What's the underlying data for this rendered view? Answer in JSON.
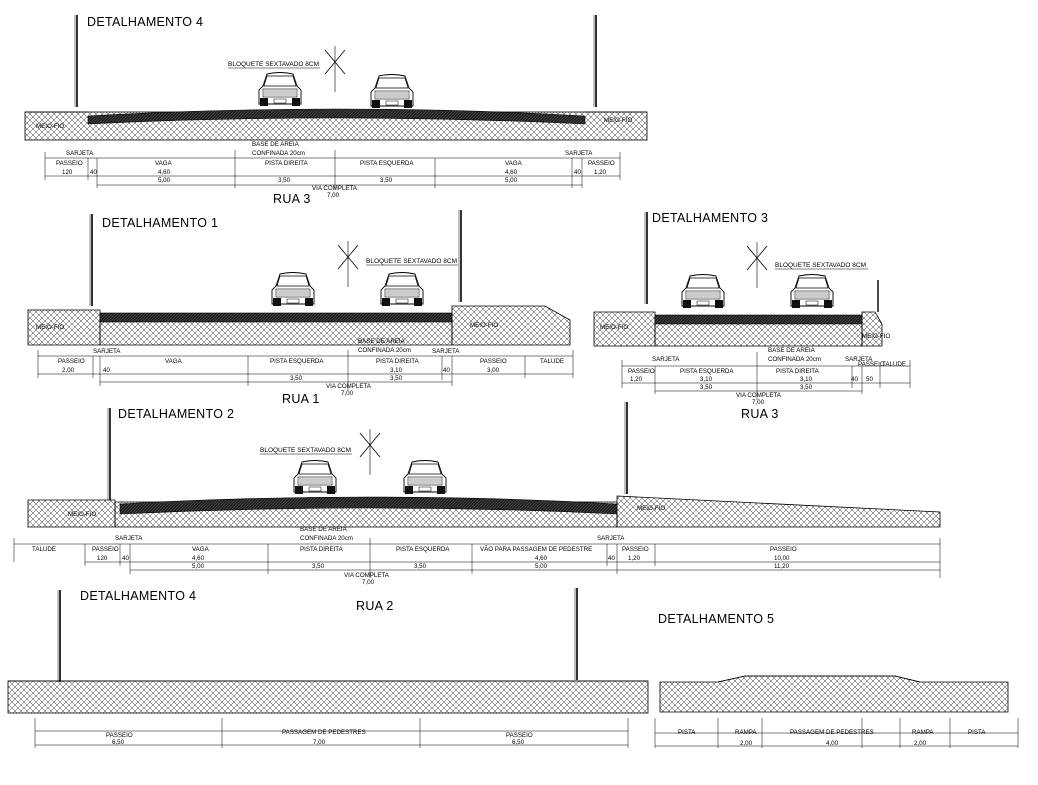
{
  "drawing": {
    "sections": [
      {
        "title": "DETALHAMENTO 4",
        "street": "RUA 3",
        "bloquete": "BLOQUETE SEXTAVADO 8CM",
        "base": "BASE DE AREIA",
        "base2": "CONFINADA 20cm",
        "meio_fio_l": "MEIO-FIO",
        "meio_fio_r": "MEIO-FIO",
        "sarjeta_l": "SARJETA",
        "sarjeta_r": "SARJETA",
        "dim_labels": [
          "PASSEIO",
          "VAGA",
          "PISTA DIREITA",
          "PISTA ESQUERDA",
          "VAGA",
          "PASSEIO"
        ],
        "dim_values": [
          "120",
          "40",
          "4,60",
          "3,50",
          "3,50",
          "4,60",
          "40",
          "1,20"
        ],
        "dim_totals": [
          "5,00",
          "5,00"
        ],
        "via": "VIA COMPLETA",
        "via_val": "7,00"
      },
      {
        "title": "DETALHAMENTO 1",
        "street": "RUA 1",
        "bloquete": "BLOQUETE SEXTAVADO 8CM",
        "base": "BASE DE AREIA",
        "base2": "CONFINADA 20cm",
        "meio_fio_l": "MEIO-FIO",
        "meio_fio_r": "MEIO-FIO",
        "sarjeta_l": "SARJETA",
        "sarjeta_r": "SARJETA",
        "dim_labels": [
          "PASSEIO",
          "VAGA",
          "PISTA ESQUERDA",
          "PISTA DIREITA",
          "PASSEIO",
          "TALUDE"
        ],
        "dim_values": [
          "2,00",
          "40",
          "3,10",
          "40",
          "3,00"
        ],
        "dim_totals": [
          "3,50",
          "3,50"
        ],
        "via": "VIA COMPLETA",
        "via_val": "7,00"
      },
      {
        "title": "DETALHAMENTO 3",
        "street": "RUA 3",
        "bloquete": "BLOQUETE SEXTAVADO 8CM",
        "base": "BASE DE AREIA",
        "base2": "CONFINADA 20cm",
        "meio_fio_l": "MEIO-FIO",
        "meio_fio_r": "MEIO-FIO",
        "sarjeta_l": "SARJETA",
        "sarjeta_r": "SARJETA",
        "dim_labels": [
          "PASSEIO",
          "PISTA ESQUERDA",
          "PISTA DIREITA",
          "PASSEIO",
          "TALUDE"
        ],
        "dim_values": [
          "1,20",
          "3,10",
          "3,10",
          "40",
          "50"
        ],
        "dim_totals": [
          "3,50",
          "3,50"
        ],
        "via": "VIA COMPLETA",
        "via_val": "7,00"
      },
      {
        "title": "DETALHAMENTO 2",
        "street": "RUA 2",
        "bloquete": "BLOQUETE SEXTAVADO 8CM",
        "base": "BASE DE AREIA",
        "base2": "CONFINADA 20cm",
        "meio_fio_l": "MEIO-FIO",
        "meio_fio_r": "MEIO-FIO",
        "sarjeta_l": "SARJETA",
        "sarjeta_r": "SARJETA",
        "dim_labels": [
          "TALUDE",
          "PASSEIO",
          "VAGA",
          "PISTA DIREITA",
          "PISTA ESQUERDA",
          "VÃO PARA PASSAGEM DE PEDESTRE",
          "PASSEIO",
          "PASSEIO"
        ],
        "dim_values": [
          "120",
          "40",
          "4,60",
          "3,50",
          "3,50",
          "4,60",
          "40",
          "1,20",
          "10,00"
        ],
        "dim_totals": [
          "5,00",
          "5,00",
          "11,20"
        ],
        "via": "VIA COMPLETA",
        "via_val": "7,00"
      },
      {
        "title": "DETALHAMENTO 4",
        "dim_labels": [
          "PASSEIO",
          "PASSAGEM DE PEDESTRES",
          "PASSEIO"
        ],
        "dim_values": [
          "6,50",
          "7,00",
          "6,50"
        ]
      },
      {
        "title": "DETALHAMENTO 5",
        "dim_labels": [
          "PISTA",
          "RAMPA",
          "PASSAGEM DE PEDESTRES",
          "RAMPA",
          "PISTA"
        ],
        "dim_values": [
          "2,00",
          "4,00",
          "2,00"
        ]
      }
    ]
  }
}
